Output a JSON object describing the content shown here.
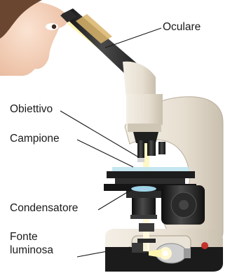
{
  "labels": {
    "eyepiece": "Oculare",
    "objective": "Obiettivo",
    "specimen": "Campione",
    "condenser": "Condensatore",
    "light_source_line1": "Fonte",
    "light_source_line2": "luminosa"
  },
  "colors": {
    "body": "#e9e2d6",
    "metal_dark": "#1c1c1c",
    "light_beam": "#fff7c2",
    "skin": "#f3d3bd"
  }
}
